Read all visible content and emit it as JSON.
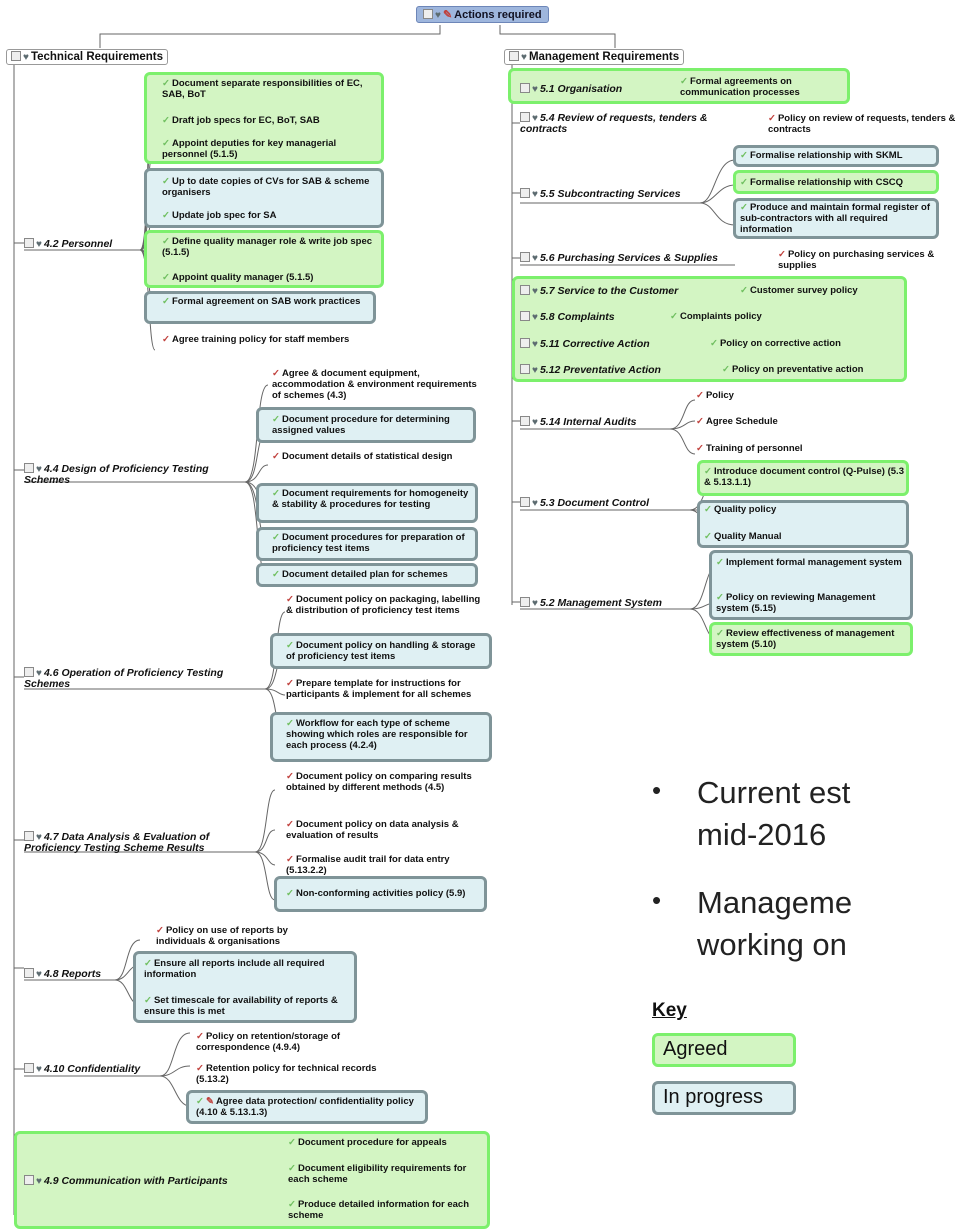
{
  "root": {
    "label": "Actions required"
  },
  "technical": {
    "label": "Technical Requirements"
  },
  "management": {
    "label": "Management Requirements"
  },
  "tech_topics": [
    "4.2 Personnel",
    "4.4 Design of Proficiency Testing Schemes",
    "4.6 Operation of Proficiency Testing Schemes",
    "4.7 Data Analysis & Evaluation of Proficiency Testing Scheme Results",
    "4.8 Reports",
    "4.10 Confidentiality",
    "4.9 Communication with Participants"
  ],
  "mgmt_topics": [
    "5.1 Organisation",
    "5.4 Review of requests, tenders & contracts",
    "5.5 Subcontracting Services",
    "5.6 Purchasing Services & Supplies",
    "5.7 Service to the Customer",
    "5.8 Complaints",
    "5.11 Corrective Action",
    "5.12 Preventative Action",
    "5.14 Internal Audits",
    "5.3 Document Control",
    "5.2 Management System"
  ],
  "items": [
    {
      "text": "Document separate responsibilities of EC, SAB, BoT",
      "status": "agreed"
    },
    {
      "text": "Draft job specs for EC, BoT, SAB",
      "status": "agreed"
    },
    {
      "text": "Appoint deputies for key managerial personnel (5.1.5)",
      "status": "agreed"
    },
    {
      "text": "Up to date copies of CVs for SAB & scheme organisers",
      "status": "in progress"
    },
    {
      "text": "Update job spec for SA",
      "status": "in progress"
    },
    {
      "text": "Define quality manager role & write job spec (5.1.5)",
      "status": "agreed"
    },
    {
      "text": "Appoint quality manager (5.1.5)",
      "status": "agreed"
    },
    {
      "text": "Formal agreement on SAB work practices",
      "status": "in progress"
    },
    {
      "text": "Agree training policy for staff members",
      "status": "none"
    },
    {
      "text": "Agree & document equipment, accommodation & environment requirements of schemes (4.3)",
      "status": "none"
    },
    {
      "text": "Document procedure for determining assigned values",
      "status": "in progress"
    },
    {
      "text": "Document details of statistical design",
      "status": "none"
    },
    {
      "text": "Document requirements for homogeneity & stability & procedures for testing",
      "status": "in progress"
    },
    {
      "text": "Document procedures for preparation of proficiency test items",
      "status": "in progress"
    },
    {
      "text": "Document detailed plan for schemes",
      "status": "in progress"
    },
    {
      "text": "Document policy on packaging, labelling & distribution of proficiency test items",
      "status": "none"
    },
    {
      "text": "Document policy on handling & storage of proficiency test items",
      "status": "in progress"
    },
    {
      "text": "Prepare template for instructions for participants & implement for all schemes",
      "status": "none"
    },
    {
      "text": "Workflow for each type of scheme showing which roles are responsible for each process (4.2.4)",
      "status": "in progress"
    },
    {
      "text": "Document policy on comparing results obtained by different methods (4.5)",
      "status": "none"
    },
    {
      "text": "Document policy on data analysis & evaluation of results",
      "status": "none"
    },
    {
      "text": "Formalise audit trail for data entry (5.13.2.2)",
      "status": "none"
    },
    {
      "text": "Non-conforming activities policy (5.9)",
      "status": "in progress"
    },
    {
      "text": "Policy on use of reports by individuals & organisations",
      "status": "none"
    },
    {
      "text": "Ensure all reports include all required information",
      "status": "in progress"
    },
    {
      "text": "Set timescale for availability of reports & ensure this is met",
      "status": "in progress"
    },
    {
      "text": "Policy on retention/storage of correspondence (4.9.4)",
      "status": "none"
    },
    {
      "text": "Retention policy for technical records (5.13.2)",
      "status": "none"
    },
    {
      "text": "Agree data protection/ confidentiality policy (4.10 & 5.13.1.3)",
      "status": "in progress"
    },
    {
      "text": "Document procedure for appeals",
      "status": "agreed"
    },
    {
      "text": "Document eligibility requirements for each scheme",
      "status": "agreed"
    },
    {
      "text": "Produce detailed information for each scheme",
      "status": "agreed"
    },
    {
      "text": "Formal agreements on communication processes",
      "status": "agreed"
    },
    {
      "text": "Policy on review of requests, tenders & contracts",
      "status": "none"
    },
    {
      "text": "Formalise relationship with SKML",
      "status": "in progress"
    },
    {
      "text": "Formalise relationship with CSCQ",
      "status": "agreed"
    },
    {
      "text": "Produce and maintain formal register of sub-contractors with all required information",
      "status": "in progress"
    },
    {
      "text": "Policy on purchasing services & supplies",
      "status": "none"
    },
    {
      "text": "Customer survey policy",
      "status": "agreed"
    },
    {
      "text": "Complaints policy",
      "status": "agreed"
    },
    {
      "text": "Policy on corrective action",
      "status": "agreed"
    },
    {
      "text": "Policy on preventative action",
      "status": "agreed"
    },
    {
      "text": "Policy",
      "status": "none"
    },
    {
      "text": "Agree Schedule",
      "status": "none"
    },
    {
      "text": "Training of personnel",
      "status": "none"
    },
    {
      "text": "Introduce document control (Q-Pulse) (5.3 & 5.13.1.1)",
      "status": "agreed"
    },
    {
      "text": "Quality policy",
      "status": "in progress"
    },
    {
      "text": "Quality Manual",
      "status": "in progress"
    },
    {
      "text": "Implement formal management system",
      "status": "in progress"
    },
    {
      "text": "Policy on reviewing Management system (5.15)",
      "status": "in progress"
    },
    {
      "text": "Review effectiveness of management system (5.10)",
      "status": "agreed"
    }
  ],
  "bullets": [
    {
      "line1": "Current est",
      "line2": "mid-2016"
    },
    {
      "line1": "Manageme",
      "line2": "working on"
    }
  ],
  "key": {
    "title": "Key",
    "agreed": "Agreed",
    "in_progress": "In progress"
  },
  "colors": {
    "agreed_fill": "#d3f5c3",
    "agreed_border": "#7cf06c",
    "progress_fill": "#dff0f3",
    "progress_border": "#7f9498",
    "root_fill": "#9eb6dd"
  }
}
